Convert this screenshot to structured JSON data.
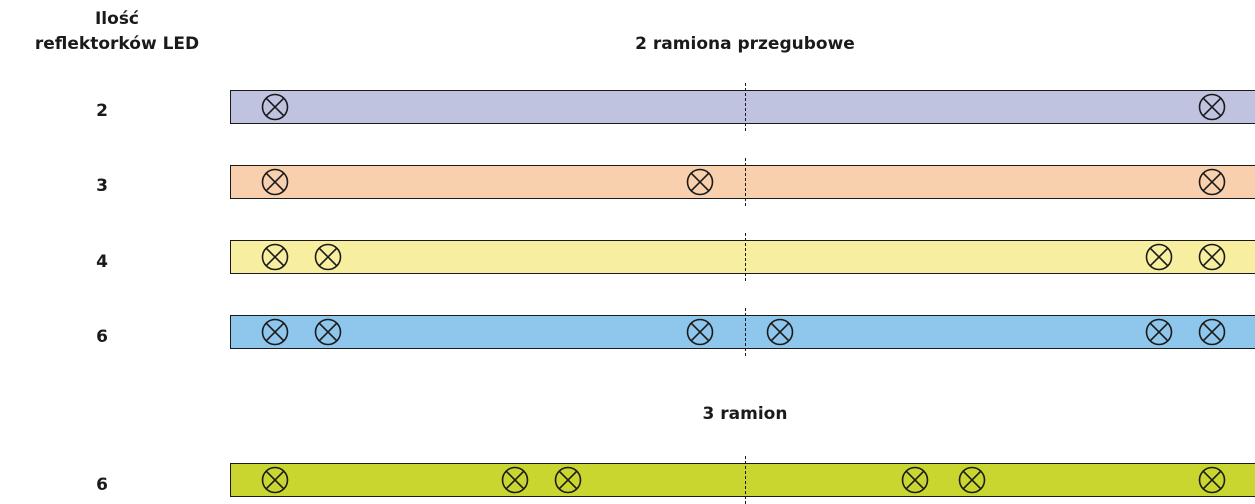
{
  "header": {
    "line1": "Ilość",
    "line2": "reflektorków LED"
  },
  "sections": [
    {
      "title": "2 ramiona przegubowe"
    },
    {
      "title": "3 ramion"
    }
  ],
  "rows": [
    {
      "count": "2",
      "color": "#bfc3e0",
      "led_icon": "led-spotlight-icon"
    },
    {
      "count": "3",
      "color": "#f8d0ae",
      "led_icon": "led-spotlight-icon"
    },
    {
      "count": "4",
      "color": "#f7ef9f",
      "led_icon": "led-spotlight-icon"
    },
    {
      "count": "6",
      "color": "#8fc6ec",
      "led_icon": "led-spotlight-icon"
    },
    {
      "count": "6",
      "color": "#c9d62f",
      "led_icon": "led-spotlight-icon"
    }
  ]
}
